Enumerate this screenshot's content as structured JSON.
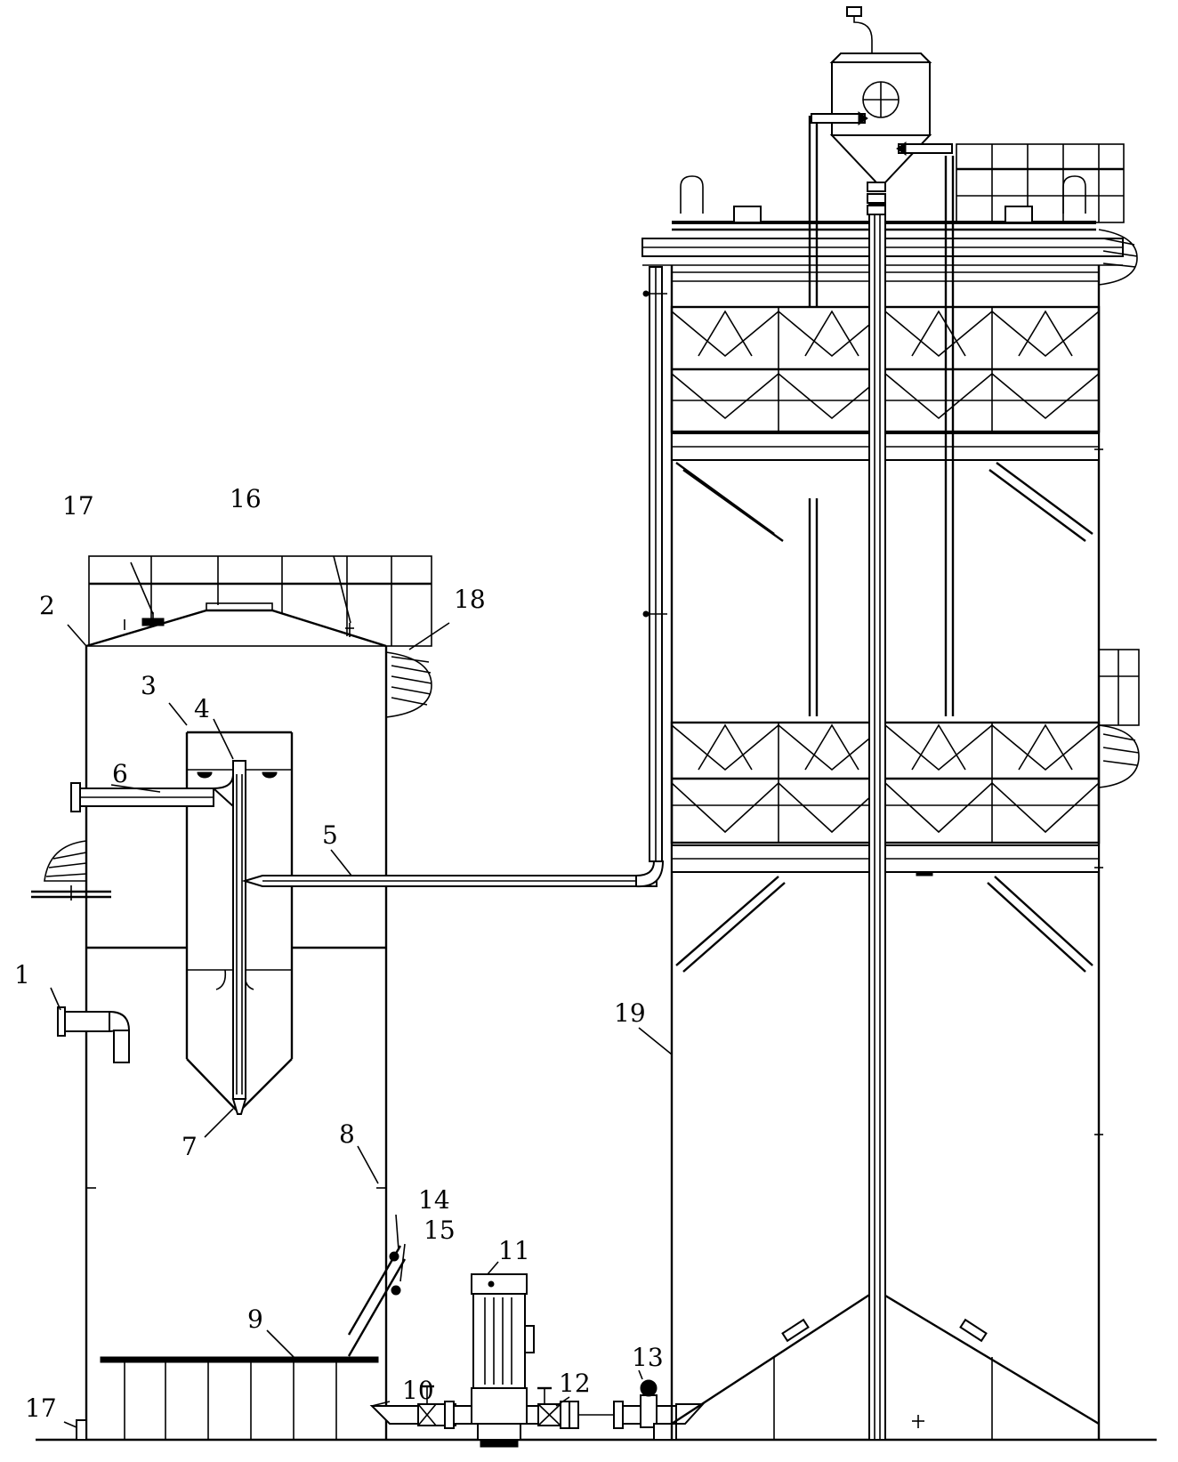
{
  "diagram": {
    "labels": [
      "1",
      "2",
      "3",
      "4",
      "5",
      "6",
      "7",
      "8",
      "9",
      "10",
      "11",
      "12",
      "13",
      "14",
      "15",
      "16",
      "17",
      "17",
      "18",
      "19"
    ],
    "colors": {
      "line": "#000000",
      "background": "#ffffff"
    }
  }
}
